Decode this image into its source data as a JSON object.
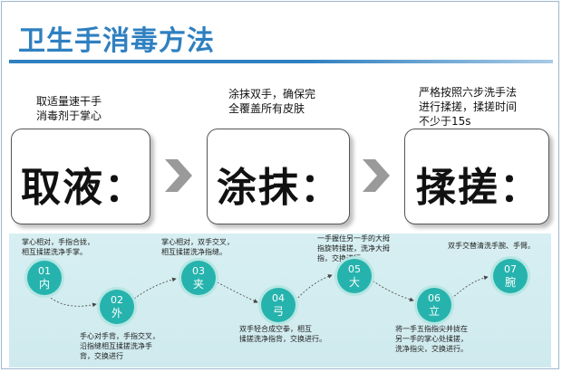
{
  "title": "卫生手消毒方法",
  "phases": [
    {
      "desc": [
        "取适量速干手",
        "消毒剂于掌心"
      ],
      "card": "取液："
    },
    {
      "desc": [
        "涂抹双手，确保完",
        "全覆盖所有皮肤"
      ],
      "card": "涂抹："
    },
    {
      "desc": [
        "严格按照六步洗手法",
        "进行揉搓，揉搓时间",
        "不少于15s"
      ],
      "card": "揉搓："
    }
  ],
  "steps": [
    {
      "num": "01",
      "char": "内",
      "note": [
        "掌心相对，手指合拢，",
        "相互揉搓洗净手掌。"
      ]
    },
    {
      "num": "02",
      "char": "外",
      "note": [
        "手心对手背，手指交叉，",
        "沿指缝相互揉搓洗净手",
        "背，交换进行"
      ]
    },
    {
      "num": "03",
      "char": "夹",
      "note": [
        "掌心相对，双手交叉，",
        "相互揉搓洗净指缝。"
      ]
    },
    {
      "num": "04",
      "char": "弓",
      "note": [
        "双手轻合成空拳，相互",
        "揉搓洗净指背，交换进行。"
      ]
    },
    {
      "num": "05",
      "char": "大",
      "note": [
        "一手握住另一手的大拇",
        "指旋转揉搓，洗净大拇",
        "指，交换进行。"
      ]
    },
    {
      "num": "06",
      "char": "立",
      "note": [
        "将一手五指指尖并拢在",
        "另一手的掌心处揉搓，",
        "洗净指尖，交换进行。"
      ]
    },
    {
      "num": "07",
      "char": "腕",
      "note": [
        "双手交替清洗手腕、手臂。"
      ]
    }
  ],
  "colors": {
    "title": "#2f80c0",
    "step_circle": "#26b3ad",
    "flow_bg": "#d7eff2",
    "chevron": "#9a9a9a"
  }
}
